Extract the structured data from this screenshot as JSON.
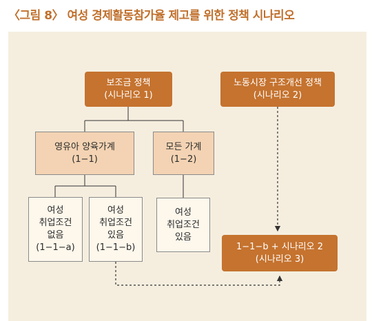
{
  "title": "〈그림 8〉 여성 경제활동참가율 제고를 위한 정책 시나리오",
  "nodes": {
    "subsidy": {
      "line1": "보조금 정책",
      "line2": "(시나리오 1)"
    },
    "labor": {
      "line1": "노동시장 구조개선 정책",
      "line2": "(시나리오 2)"
    },
    "infant": {
      "line1": "영유아 양육가계",
      "line2": "(1−1)"
    },
    "all": {
      "line1": "모든 가계",
      "line2": "(1−2)"
    },
    "n11a": {
      "line1": "여성",
      "line2": "취업조건",
      "line3": "없음",
      "line4": "(1−1−a)"
    },
    "n11b": {
      "line1": "여성",
      "line2": "취업조건",
      "line3": "있음",
      "line4": "(1−1−b)"
    },
    "n12": {
      "line1": "여성",
      "line2": "취업조건",
      "line3": "있음"
    },
    "combined": {
      "line1": "1−1−b + 시나리오 2",
      "line2": "(시나리오 3)"
    }
  },
  "colors": {
    "title": "#c0702c",
    "dark_box": "#c5732f",
    "mid_box": "#f3d3b3",
    "light_box": "#fdf7ec",
    "panel": "#f5eedf"
  }
}
